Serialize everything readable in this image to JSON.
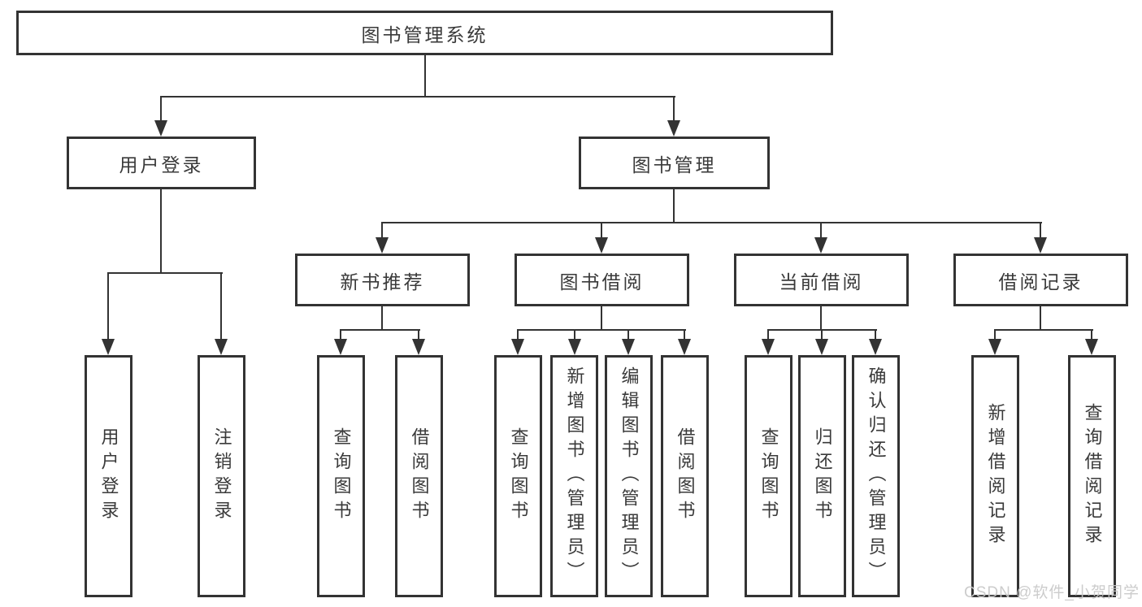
{
  "diagram_title": "图书管理系统",
  "nodes": {
    "root": "图书管理系统",
    "level2": [
      "用户登录",
      "图书管理"
    ],
    "level3": [
      "新书推荐",
      "图书借阅",
      "当前借阅",
      "借阅记录"
    ],
    "leaves": {
      "g1": [
        "用户登录",
        "注销登录"
      ],
      "g2": [
        "查询图书",
        "借阅图书"
      ],
      "g3": [
        "查询图书",
        "新增图书（管理员）",
        "编辑图书（管理员）",
        "借阅图书"
      ],
      "g4": [
        "查询图书",
        "归还图书",
        "确认归还（管理员）"
      ],
      "g5": [
        "新增借阅记录",
        "查询借阅记录"
      ]
    }
  },
  "watermark": {
    "text": "CSDN @软件_小贺同学"
  },
  "colors": {
    "line": "#333333",
    "text": "#3a3a3a",
    "box_background": "#ffffff",
    "watermark": "#c8c8c8",
    "page_background": "#ffffff"
  }
}
